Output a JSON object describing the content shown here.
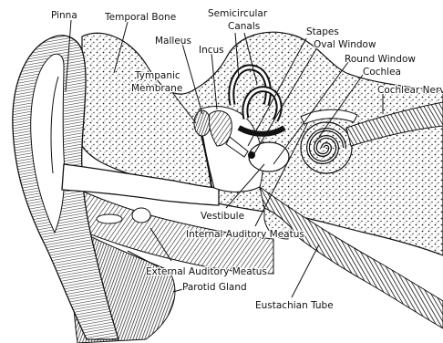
{
  "diagram": {
    "labels": {
      "pinna": "Pinna",
      "temporal_bone": "Temporal Bone",
      "semicircular_canals_1": "Semicircular",
      "semicircular_canals_2": "Canals",
      "malleus": "Malleus",
      "incus": "Incus",
      "tympanic_membrane_1": "Tympanic",
      "tympanic_membrane_2": "Membrane",
      "stapes": "Stapes",
      "oval_window": "Oval Window",
      "round_window": "Round Window",
      "cochlea": "Cochlea",
      "cochlear_nerve": "Cochlear Nerv",
      "vestibule": "Vestibule",
      "internal_auditory_meatus": "Internal Auditory Meatus",
      "external_auditory_meatus": "External Auditory Meatus",
      "parotid_gland": "Parotid Gland",
      "eustachian_tube": "Eustachian Tube"
    }
  }
}
